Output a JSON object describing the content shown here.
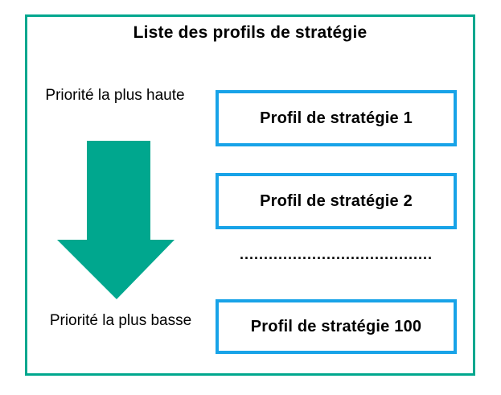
{
  "diagram": {
    "title": "Liste des profils de stratégie",
    "priority_top_label": "Priorité la plus haute",
    "priority_bottom_label": "Priorité la plus basse",
    "separator_dots": "........................................",
    "profiles": [
      {
        "label": "Profil de stratégie 1"
      },
      {
        "label": "Profil de stratégie 2"
      },
      {
        "label": "Profil de stratégie 100"
      }
    ],
    "colors": {
      "frame_border": "#00A78E",
      "arrow_fill": "#00A78E",
      "profile_box_border": "#18A3E8",
      "text": "#000000",
      "background": "#FFFFFF"
    }
  }
}
